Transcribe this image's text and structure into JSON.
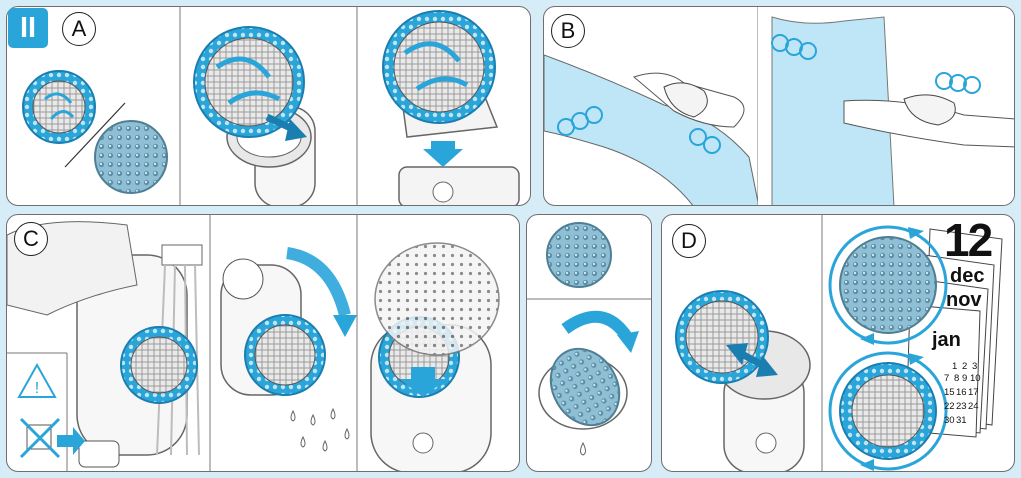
{
  "section_badge": "II",
  "step_letters": {
    "a": "A",
    "b": "B",
    "c": "C",
    "d": "D"
  },
  "calendar": {
    "day_number": "12",
    "months": [
      "dec",
      "nov",
      "jan"
    ],
    "day_numbers": [
      "1",
      "2",
      "3",
      "7",
      "8",
      "9",
      "10",
      "15",
      "16",
      "17",
      "22",
      "23",
      "24",
      "30",
      "31"
    ]
  },
  "colors": {
    "accent_blue": "#2aa5da",
    "background": "#d6ecf6",
    "panel_border": "#6f6f6f",
    "massage_head": "#7fb3cb"
  },
  "icons": [
    "warning-triangle-icon",
    "no-plug-icon",
    "water-drop-icon",
    "rotation-arrow-icon",
    "down-arrow-icon",
    "circular-motion-icon"
  ]
}
